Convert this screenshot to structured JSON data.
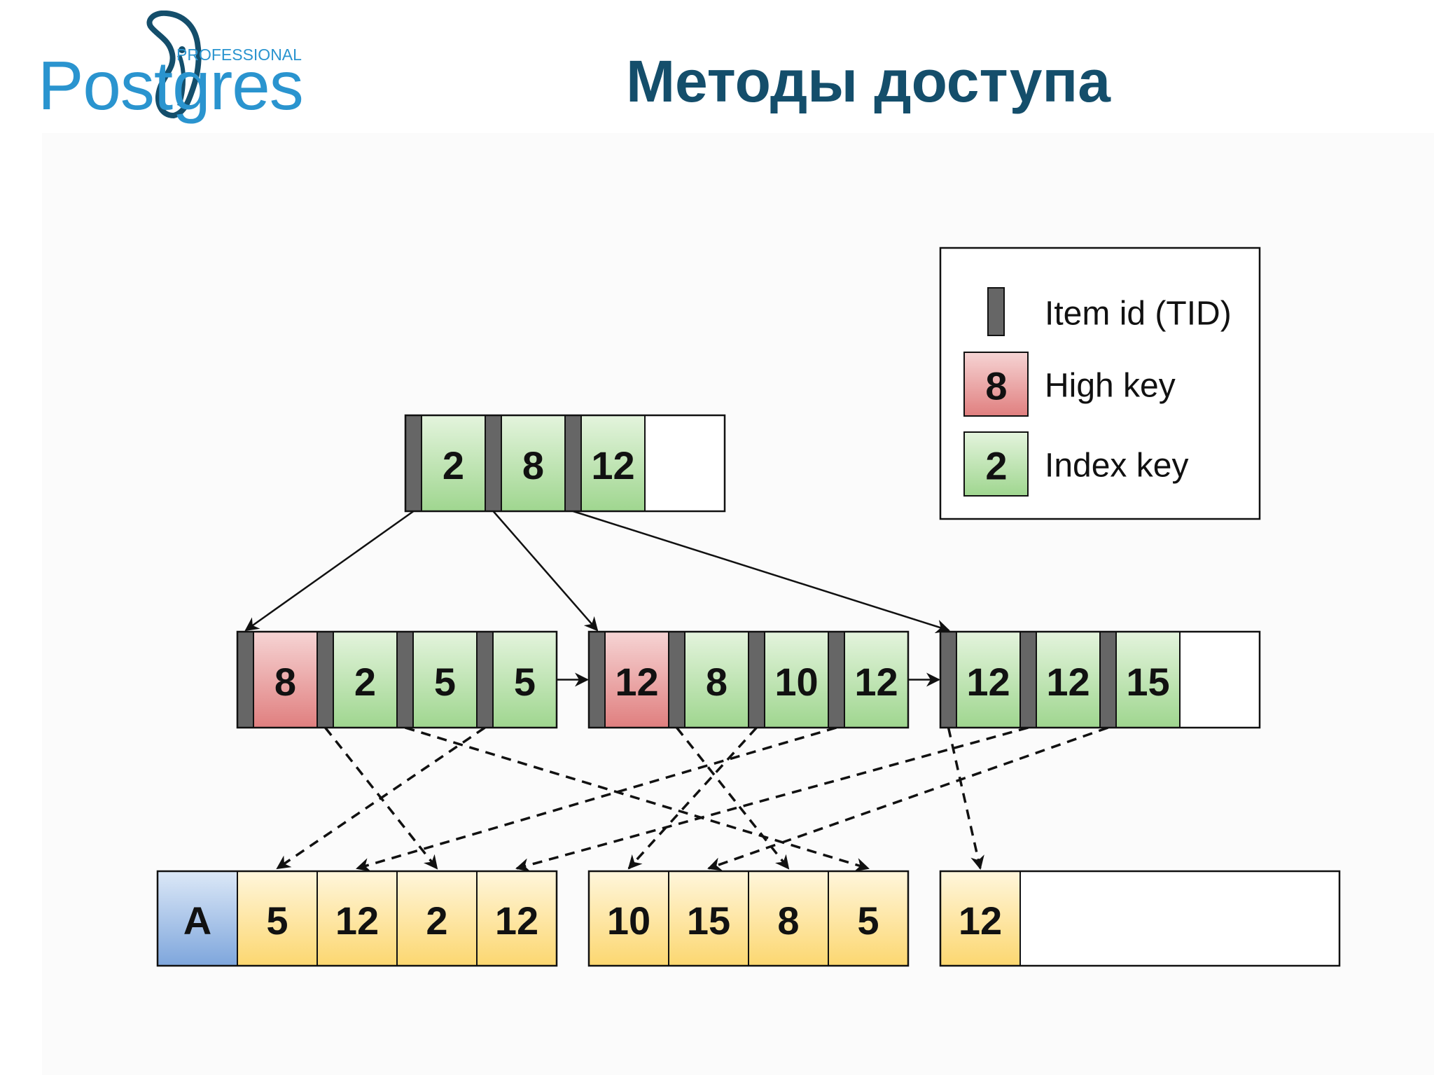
{
  "logo": {
    "main_text": "Postgres",
    "sub_text": "PROFESSIONAL",
    "brand_color": "#2a94cf"
  },
  "title": "Методы доступа",
  "colors": {
    "tid": "#666666",
    "high_key": "#e88f8f",
    "index_key": "#a8d99b",
    "table_row": "#fde28a",
    "table_label": "#8fb2e0",
    "title": "#144e6b"
  },
  "legend": {
    "items": [
      {
        "kind": "tid",
        "key": "",
        "label": "Item id (TID)"
      },
      {
        "kind": "high",
        "key": "8",
        "label": "High key"
      },
      {
        "kind": "index",
        "key": "2",
        "label": "Index key"
      }
    ]
  },
  "root_page": {
    "entries": [
      {
        "type": "index",
        "value": "2"
      },
      {
        "type": "index",
        "value": "8"
      },
      {
        "type": "index",
        "value": "12"
      }
    ]
  },
  "leaf_pages": [
    {
      "entries": [
        {
          "type": "high",
          "value": "8"
        },
        {
          "type": "index",
          "value": "2"
        },
        {
          "type": "index",
          "value": "5"
        },
        {
          "type": "index",
          "value": "5"
        }
      ]
    },
    {
      "entries": [
        {
          "type": "high",
          "value": "12"
        },
        {
          "type": "index",
          "value": "8"
        },
        {
          "type": "index",
          "value": "10"
        },
        {
          "type": "index",
          "value": "12"
        }
      ]
    },
    {
      "entries": [
        {
          "type": "index",
          "value": "12"
        },
        {
          "type": "index",
          "value": "12"
        },
        {
          "type": "index",
          "value": "15"
        }
      ]
    }
  ],
  "table": {
    "label": "A",
    "pages": [
      {
        "rows": [
          "5",
          "12",
          "2",
          "12"
        ]
      },
      {
        "rows": [
          "10",
          "15",
          "8",
          "5"
        ]
      },
      {
        "rows": [
          "12"
        ]
      }
    ]
  }
}
